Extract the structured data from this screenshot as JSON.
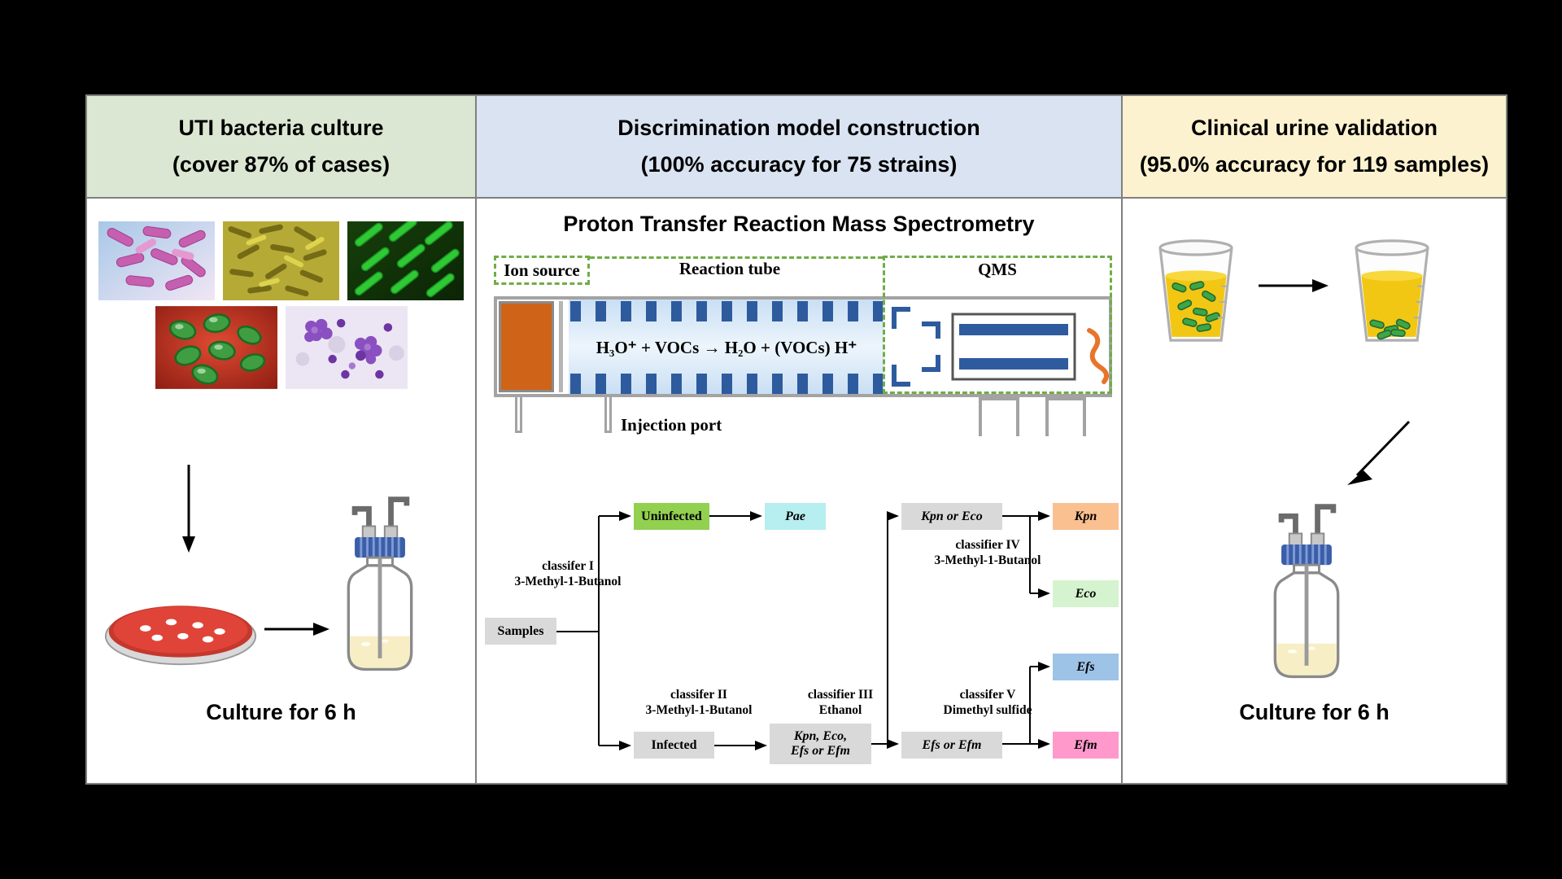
{
  "colors": {
    "panel_left_header": "#dbe7d2",
    "panel_mid_header": "#dae3f1",
    "panel_right_header": "#fcf2cf",
    "box_uninfected": "#92d050",
    "box_pae": "#b7eef0",
    "box_kpn": "#fac090",
    "box_eco": "#d6f3cf",
    "box_efs": "#9dc3e6",
    "box_efm": "#ff99cc",
    "box_gray": "#d9d9d9",
    "ion_orange": "#cf6418",
    "ptr_blue": "#2e5b9e",
    "green_dashed": "#70ad47",
    "detector_orange": "#e8742c",
    "bottle_cap_blue": "#3b5ea9",
    "liquid_yellow": "#f7eec5",
    "urine_yellow": "#f2c713",
    "dish_red": "#e04438"
  },
  "icons": {
    "arrow_down": "↓",
    "arrow_right": "→",
    "arrow_diagonal": "↙"
  },
  "panels": {
    "left": {
      "title_line1": "UTI bacteria culture",
      "title_line2": "(cover 87% of cases)",
      "culture_label": "Culture for 6 h"
    },
    "middle": {
      "title_line1": "Discrimination model construction",
      "title_line2": "(100% accuracy for 75 strains)",
      "ptrms": {
        "title": "Proton Transfer Reaction Mass Spectrometry",
        "ion_source": "Ion source",
        "reaction_tube": "Reaction tube",
        "qms": "QMS",
        "formula": "H₃O⁺ + VOCs → H₂O + (VOCs) H⁺",
        "injection_port": "Injection port"
      },
      "flow": {
        "samples": "Samples",
        "uninfected": "Uninfected",
        "infected": "Infected",
        "pae": "Pae",
        "kpn_or_eco": "Kpn or Eco",
        "kpn": "Kpn",
        "eco": "Eco",
        "efs_or_efm": "Efs or Efm",
        "efs": "Efs",
        "efm": "Efm",
        "mixed": {
          "line1": "Kpn, Eco,",
          "line2": "Efs or Efm"
        },
        "classifier1": {
          "line1": "classifer I",
          "line2": "3-Methyl-1-Butanol"
        },
        "classifier2": {
          "line1": "classifer II",
          "line2": "3-Methyl-1-Butanol"
        },
        "classifier3": {
          "line1": "classifier III",
          "line2": "Ethanol"
        },
        "classifier4": {
          "line1": "classifier IV",
          "line2": "3-Methyl-1-Butanol"
        },
        "classifier5": {
          "line1": "classifer V",
          "line2": "Dimethyl sulfide"
        }
      }
    },
    "right": {
      "title_line1": "Clinical urine validation",
      "title_line2": "(95.0% accuracy for 119 samples)",
      "culture_label": "Culture for 6 h"
    }
  }
}
